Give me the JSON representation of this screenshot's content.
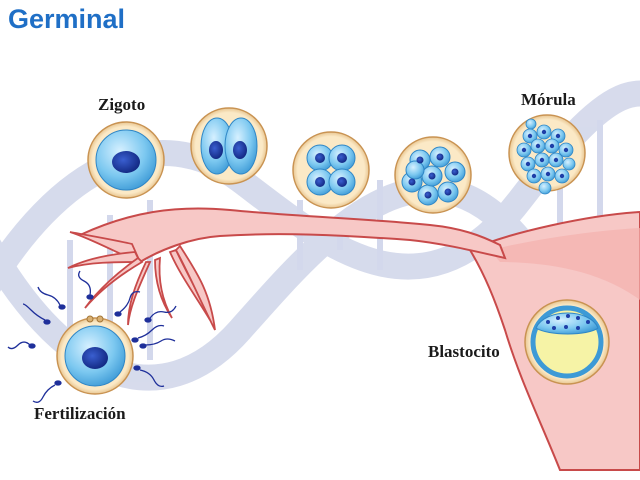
{
  "title": "Germinal",
  "labels": {
    "zigoto": "Zigoto",
    "morula": "Mórula",
    "blastocito": "Blastocito",
    "fertilizacion": "Fertilización"
  },
  "stages": [
    {
      "name": "zigoto",
      "cells": 1
    },
    {
      "name": "two-cell",
      "cells": 2
    },
    {
      "name": "four-cell",
      "cells": 4
    },
    {
      "name": "eight-cell",
      "cells": 8
    },
    {
      "name": "morula",
      "cells": 16
    }
  ],
  "colors": {
    "title": "#1f6fc6",
    "tube_fill": "#f7c8c6",
    "tube_stroke": "#c84a4a",
    "zona": "#f3d9a4",
    "cell": "#6cc0ee",
    "nucleus": "#1e3fa8",
    "dna_watermark": "#c9cfe6",
    "blastocoel": "#f6f3a6",
    "sperm": "#1e2f9a"
  }
}
